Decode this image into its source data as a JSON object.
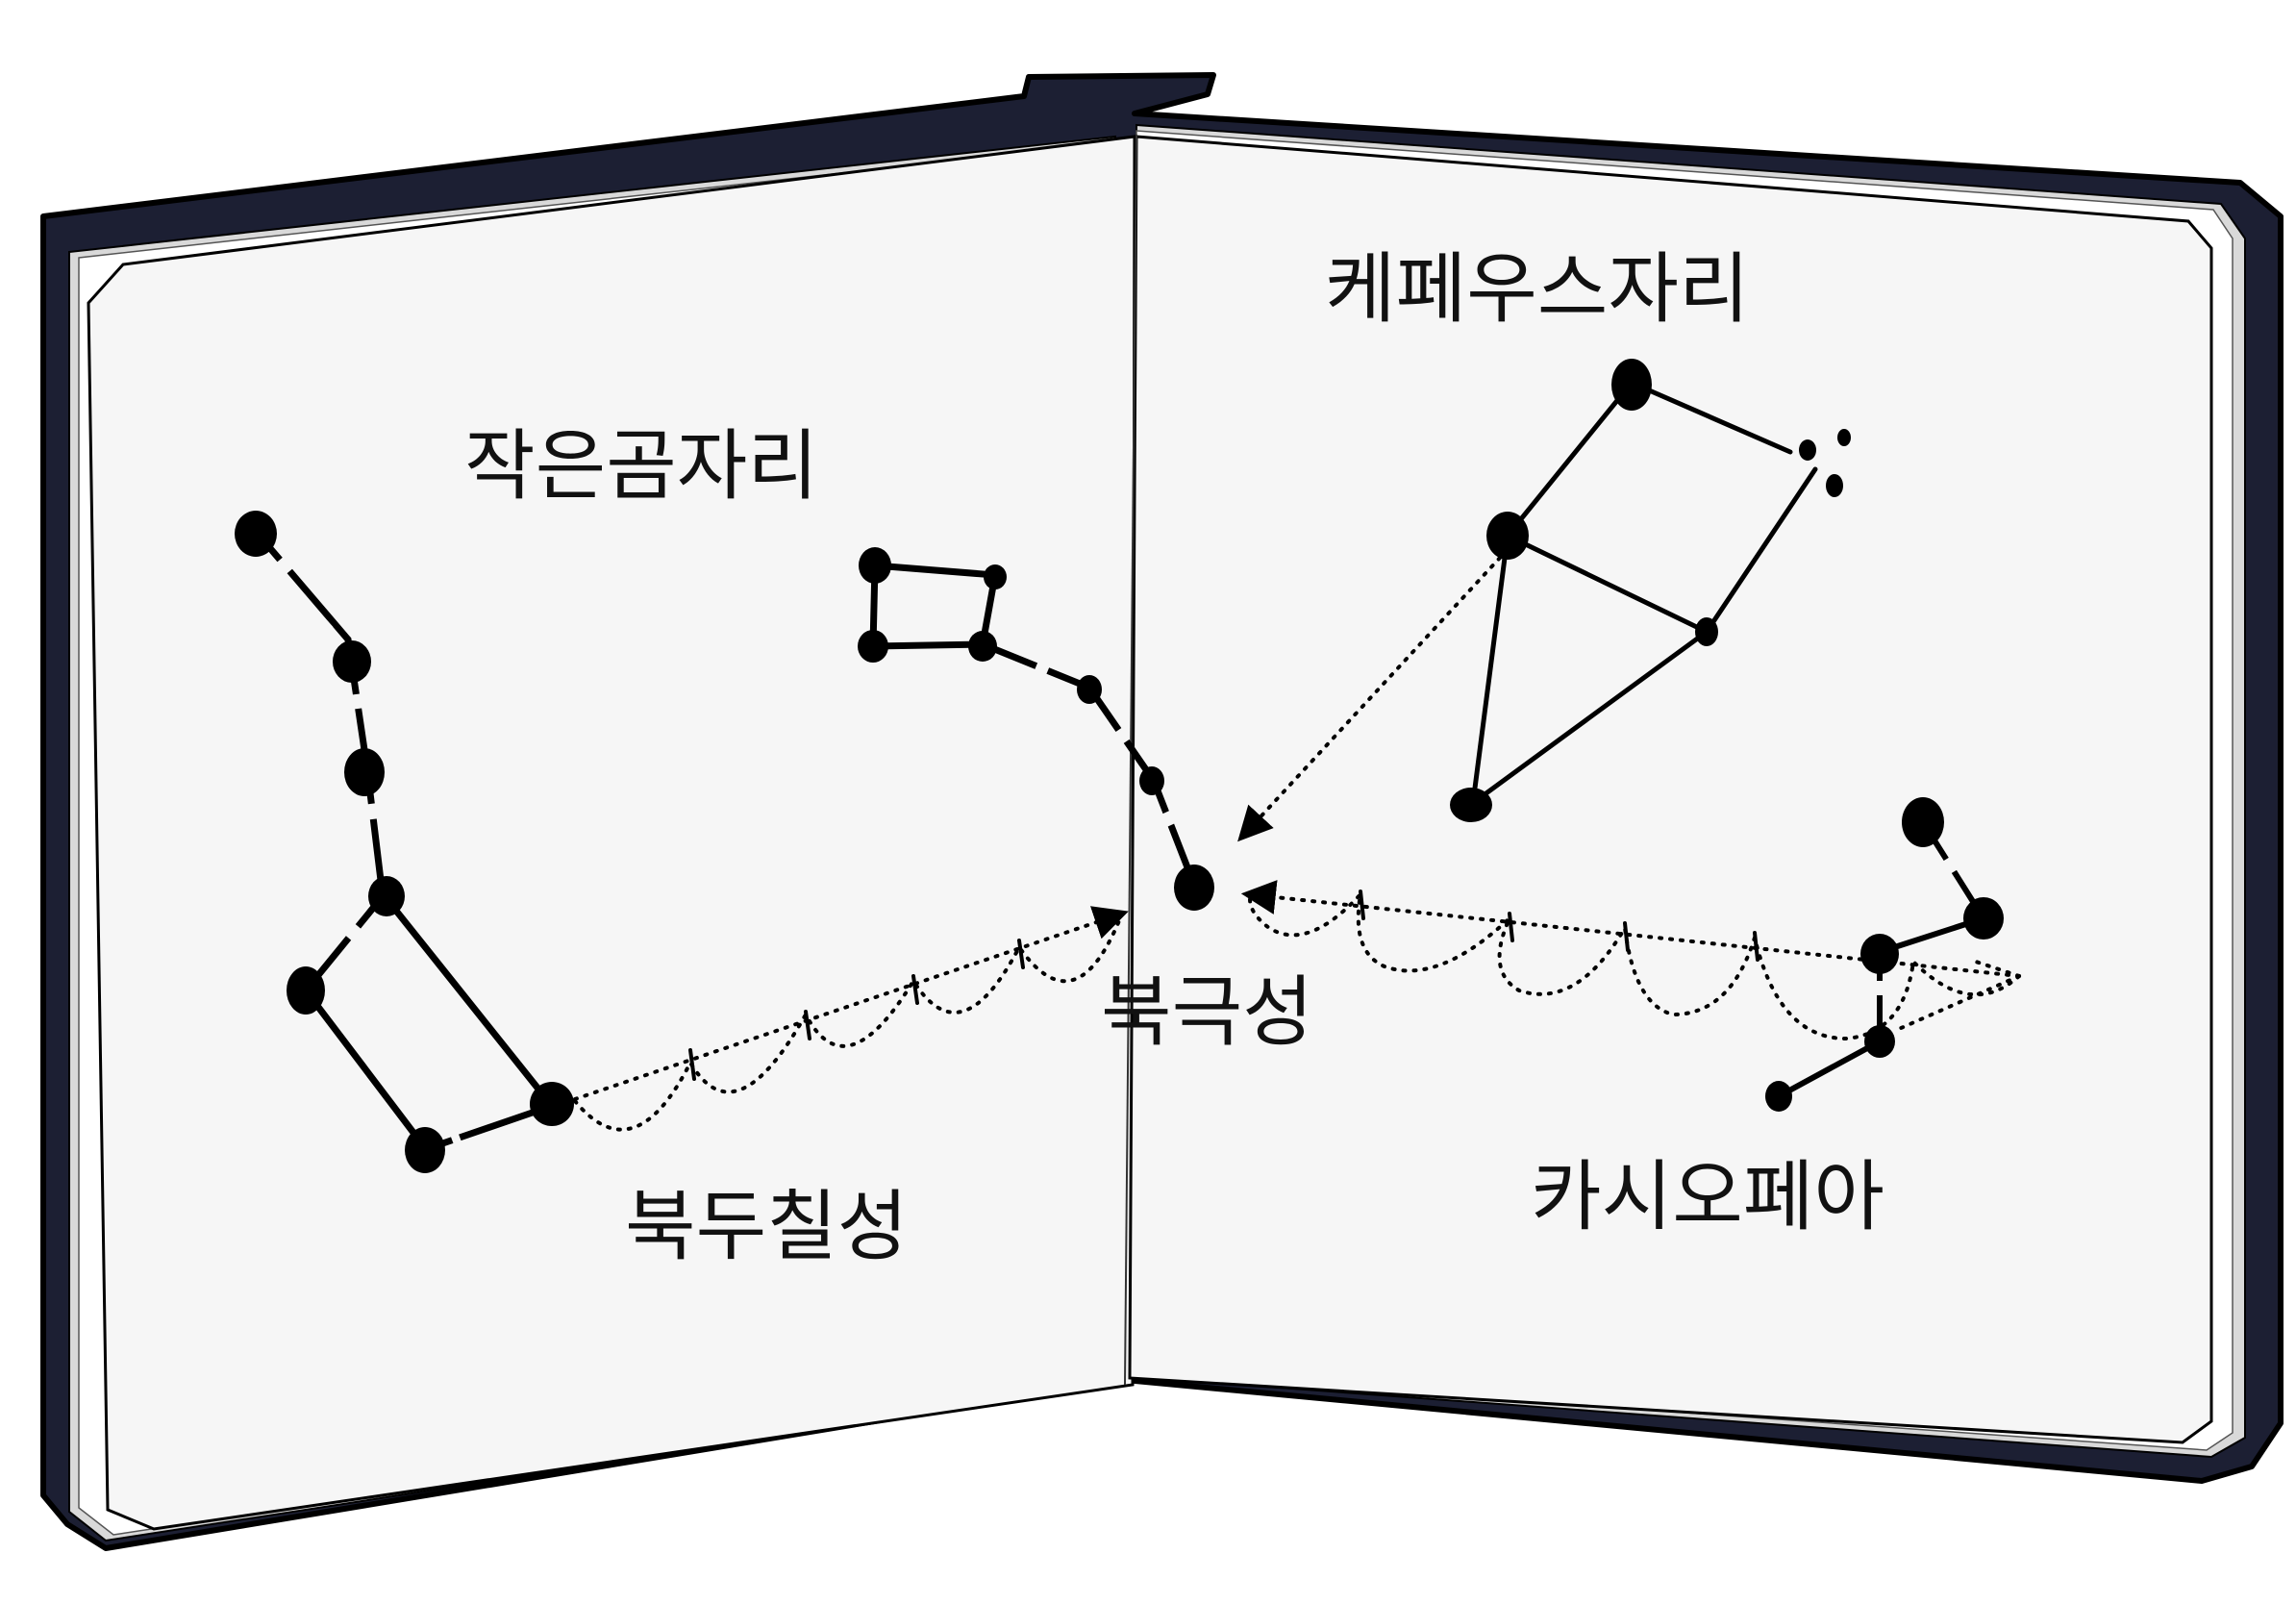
{
  "diagram": {
    "labels": {
      "ursa_minor": "작은곰자리",
      "cepheus": "케페우스자리",
      "big_dipper": "북두칠성",
      "polaris": "북극성",
      "cassiopeia": "카시오페아"
    },
    "colors": {
      "book_cover": "#1c1f33",
      "page": "#f6f6f6",
      "ink": "#000000"
    }
  }
}
